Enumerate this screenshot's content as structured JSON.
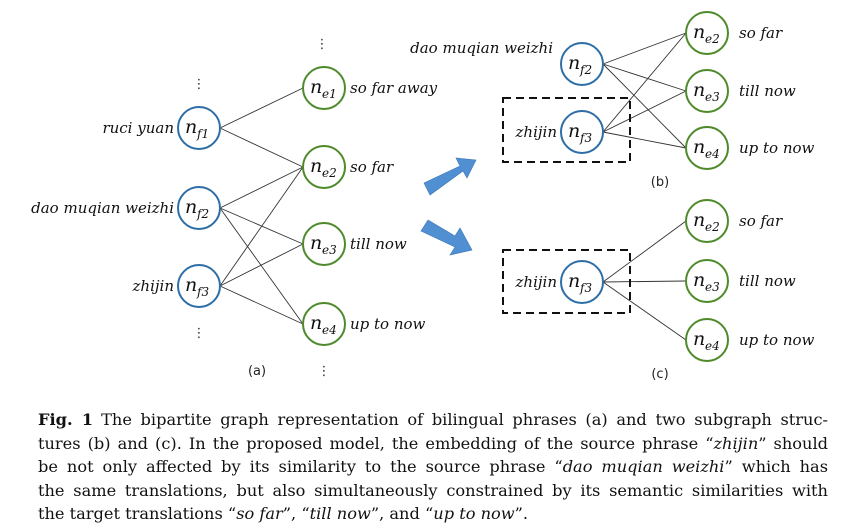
{
  "figure": {
    "panel_a": {
      "label": "(a)",
      "source_nodes": [
        {
          "id": "f1",
          "symbol": "n",
          "subscript": "f1",
          "phrase": "ruci yuan"
        },
        {
          "id": "f2",
          "symbol": "n",
          "subscript": "f2",
          "phrase": "dao muqian weizhi"
        },
        {
          "id": "f3",
          "symbol": "n",
          "subscript": "f3",
          "phrase": "zhijin"
        }
      ],
      "target_nodes": [
        {
          "id": "e1",
          "symbol": "n",
          "subscript": "e1",
          "phrase": "so far away"
        },
        {
          "id": "e2",
          "symbol": "n",
          "subscript": "e2",
          "phrase": "so far"
        },
        {
          "id": "e3",
          "symbol": "n",
          "subscript": "e3",
          "phrase": "till now"
        },
        {
          "id": "e4",
          "symbol": "n",
          "subscript": "e4",
          "phrase": "up to now"
        }
      ],
      "edges": [
        [
          "f1",
          "e1"
        ],
        [
          "f1",
          "e2"
        ],
        [
          "f2",
          "e2"
        ],
        [
          "f2",
          "e3"
        ],
        [
          "f2",
          "e4"
        ],
        [
          "f3",
          "e2"
        ],
        [
          "f3",
          "e3"
        ],
        [
          "f3",
          "e4"
        ]
      ],
      "ellipsis": "⋮"
    },
    "panel_b": {
      "label": "(b)",
      "source_nodes": [
        {
          "id": "f2",
          "symbol": "n",
          "subscript": "f2",
          "phrase": "dao muqian weizhi"
        },
        {
          "id": "f3",
          "symbol": "n",
          "subscript": "f3",
          "phrase": "zhijin",
          "highlighted": true
        }
      ],
      "target_nodes": [
        {
          "id": "e2",
          "symbol": "n",
          "subscript": "e2",
          "phrase": "so far"
        },
        {
          "id": "e3",
          "symbol": "n",
          "subscript": "e3",
          "phrase": "till now"
        },
        {
          "id": "e4",
          "symbol": "n",
          "subscript": "e4",
          "phrase": "up to now"
        }
      ],
      "edges": [
        [
          "f2",
          "e2"
        ],
        [
          "f2",
          "e3"
        ],
        [
          "f2",
          "e4"
        ],
        [
          "f3",
          "e2"
        ],
        [
          "f3",
          "e3"
        ],
        [
          "f3",
          "e4"
        ]
      ]
    },
    "panel_c": {
      "label": "(c)",
      "source_nodes": [
        {
          "id": "f3",
          "symbol": "n",
          "subscript": "f3",
          "phrase": "zhijin",
          "highlighted": true
        }
      ],
      "target_nodes": [
        {
          "id": "e2",
          "symbol": "n",
          "subscript": "e2",
          "phrase": "so far"
        },
        {
          "id": "e3",
          "symbol": "n",
          "subscript": "e3",
          "phrase": "till now"
        },
        {
          "id": "e4",
          "symbol": "n",
          "subscript": "e4",
          "phrase": "up to now"
        }
      ],
      "edges": [
        [
          "f3",
          "e2"
        ],
        [
          "f3",
          "e3"
        ],
        [
          "f3",
          "e4"
        ]
      ]
    },
    "colors": {
      "source_node": "#2e6ea6",
      "target_node": "#4e8a2a",
      "arrow": "#5090d2"
    }
  },
  "caption": {
    "fig_label": "Fig. 1",
    "lines": [
      [
        {
          "t": "The bipartite graph representation of bilingual phrases (a) and two subgraph struc-"
        }
      ],
      [
        {
          "t": "tures (b) and (c). In the proposed model, the embedding of the source phrase “"
        },
        {
          "t": "zhijin",
          "i": true
        },
        {
          "t": "” should"
        }
      ],
      [
        {
          "t": "be not only affected by its similarity to the source phrase “"
        },
        {
          "t": "dao muqian weizhi",
          "i": true
        },
        {
          "t": "” which has"
        }
      ],
      [
        {
          "t": "the same translations, but also simultaneously constrained by its semantic similarities with"
        }
      ],
      [
        {
          "t": "the target translations “"
        },
        {
          "t": "so far",
          "i": true
        },
        {
          "t": "”, “"
        },
        {
          "t": "till now",
          "i": true
        },
        {
          "t": "”, and “"
        },
        {
          "t": "up to now",
          "i": true
        },
        {
          "t": "”."
        }
      ]
    ]
  }
}
